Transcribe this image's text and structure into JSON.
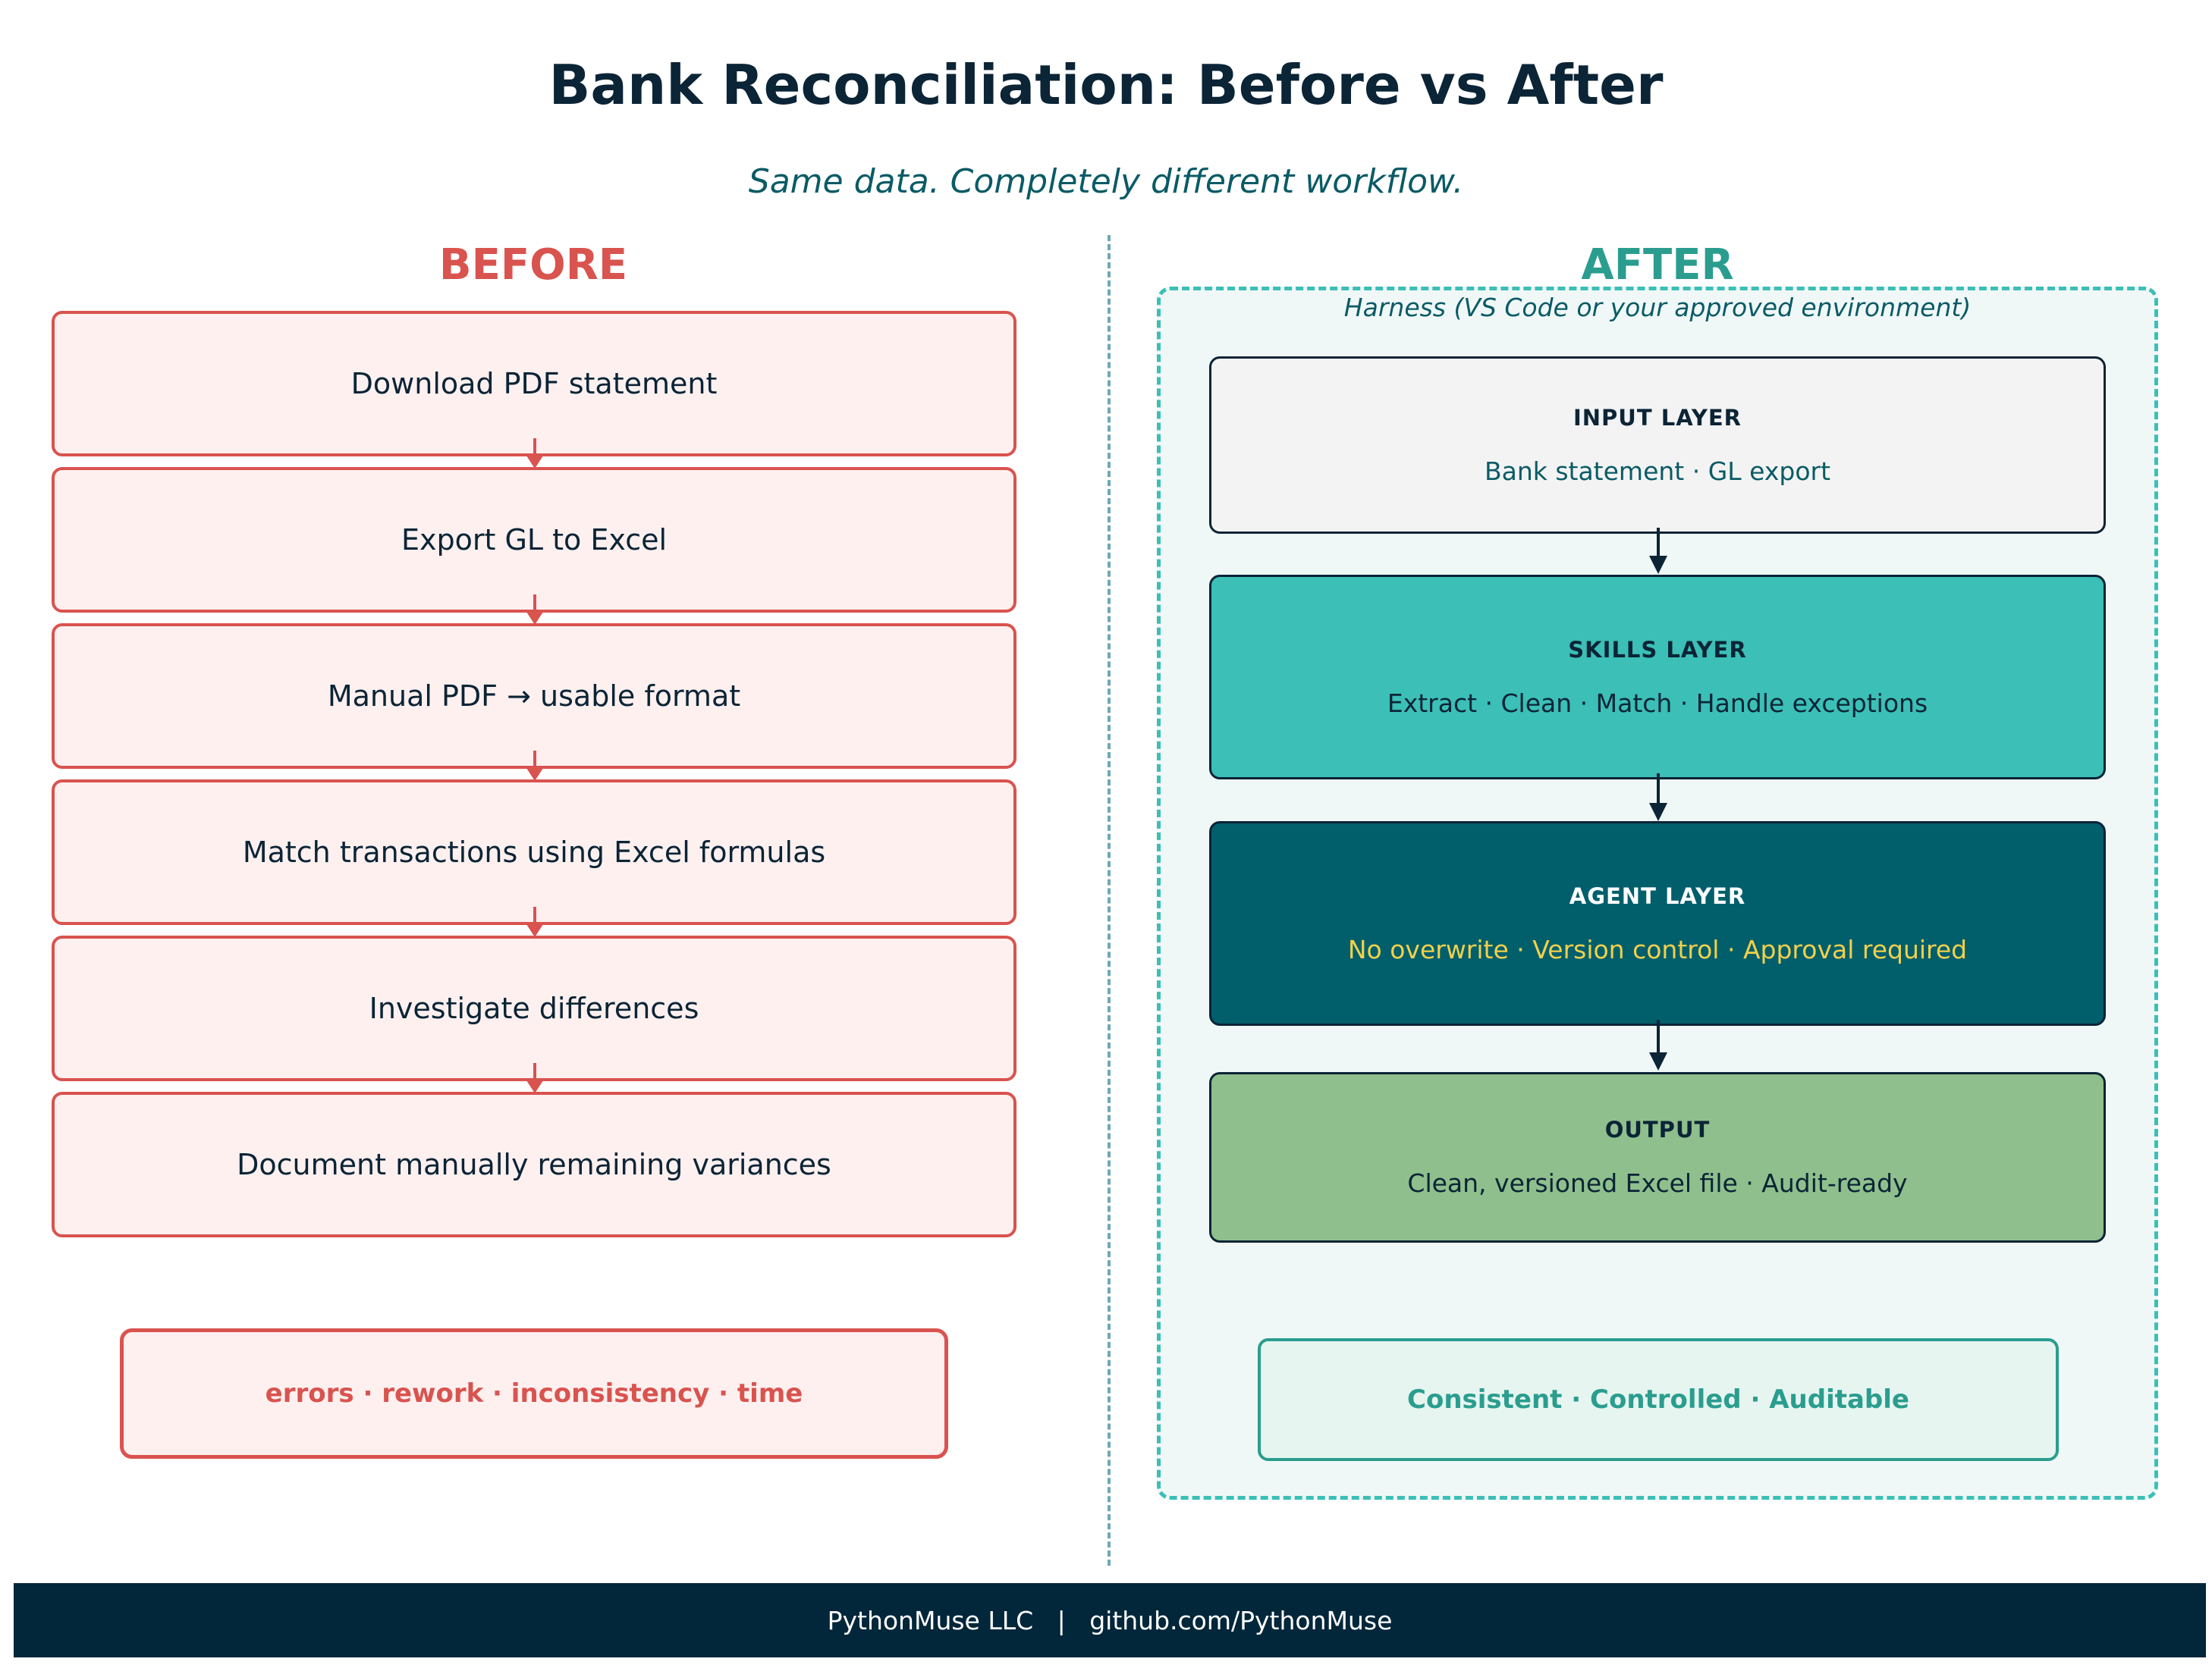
{
  "title": "Bank Reconciliation: Before vs After",
  "subtitle": "Same data.  Completely different workflow.",
  "before": {
    "heading": "BEFORE",
    "steps": [
      "Download PDF statement",
      "Export GL to Excel",
      "Manual PDF → usable format",
      "Match transactions using Excel formulas",
      "Investigate differences",
      "Document manually remaining variances"
    ],
    "pain_points": "errors  ·  rework  ·  inconsistency  ·  time"
  },
  "after": {
    "heading": "AFTER",
    "harness_label": "Harness  (VS Code or your approved environment)",
    "layers": [
      {
        "name": "INPUT LAYER",
        "desc": "Bank statement  ·  GL export"
      },
      {
        "name": "SKILLS LAYER",
        "desc": "Extract  ·  Clean  ·  Match  ·  Handle exceptions"
      },
      {
        "name": "AGENT LAYER",
        "desc": "No overwrite  ·  Version control  ·  Approval required"
      },
      {
        "name": "OUTPUT",
        "desc": "Clean, versioned Excel file  ·  Audit-ready"
      }
    ],
    "benefits": "Consistent  ·  Controlled  ·  Auditable"
  },
  "footer": "PythonMuse LLC   |   github.com/PythonMuse",
  "colors": {
    "before_accent": "#d9534f",
    "after_accent": "#2a9d8f",
    "navy": "#0b2436",
    "teal": "#3bbfb6",
    "dark_teal": "#005f6b",
    "green": "#8fbf8c",
    "yellow": "#f2d04b"
  }
}
